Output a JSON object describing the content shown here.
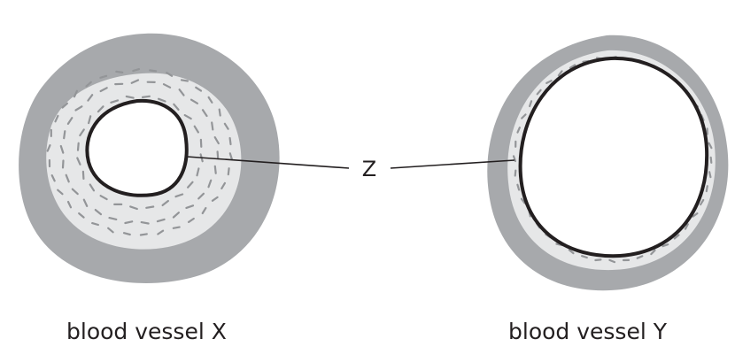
{
  "labels": {
    "z": "Z",
    "vessel_x": "blood vessel X",
    "vessel_y": "blood vessel Y"
  },
  "colors": {
    "outer_layer": "#a7a9ac",
    "middle_layer": "#e6e7e8",
    "lining": "#231f20",
    "dashes": "#939598",
    "lumen": "#ffffff"
  }
}
